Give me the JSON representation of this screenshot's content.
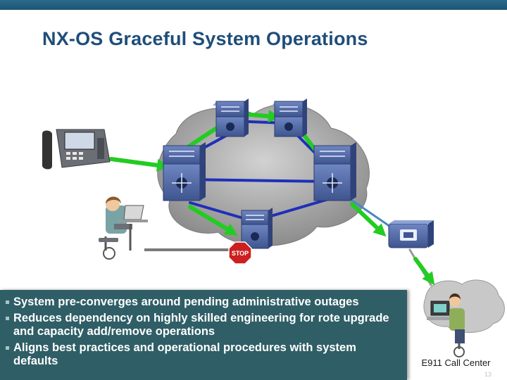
{
  "slide": {
    "title": "NX-OS Graceful System Operations",
    "page_number": "13"
  },
  "bullets": [
    "System pre-converges around pending administrative outages",
    "Reduces dependency on highly skilled engineering for rote upgrade and capacity add/remove operations",
    "Aligns best practices and operational procedures with system defaults"
  ],
  "labels": {
    "call_center": "E911 Call Center",
    "stop_sign": "STOP"
  },
  "colors": {
    "header_bar": "#1d5573",
    "title": "#1f4e79",
    "bullet_panel": "#2f5e66",
    "link_blue": "#1f2fb8",
    "arrow_green": "#22cc22",
    "stop_red": "#cc1f1f",
    "switch_blue": "#5066a8"
  },
  "icons": {
    "phone": "ip-phone-icon",
    "operator": "operator-at-desk-icon",
    "switch": "switch-icon",
    "core": "core-switch-icon",
    "stop": "stop-sign-icon",
    "gateway": "voice-gateway-icon",
    "cloud": "cloud-icon",
    "agent": "call-center-agent-icon"
  }
}
